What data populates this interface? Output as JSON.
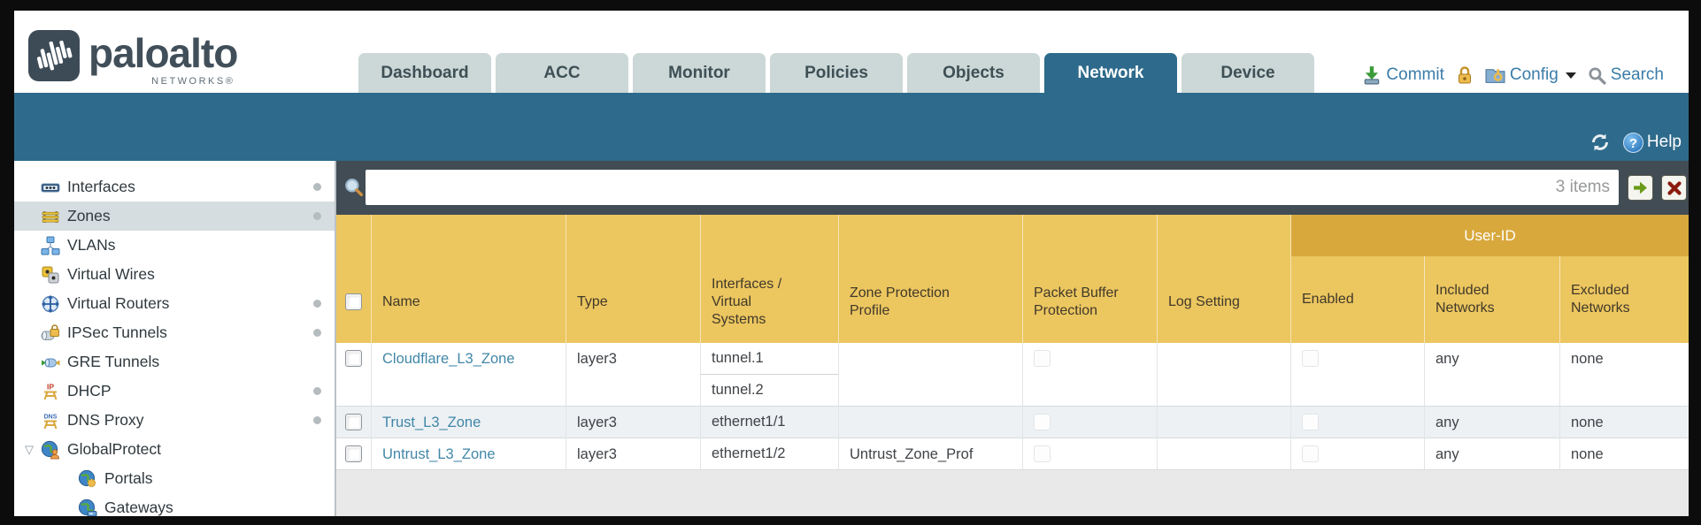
{
  "brand": {
    "name": "paloalto",
    "subtitle": "NETWORKS®"
  },
  "tabs": [
    {
      "label": "Dashboard",
      "selected": false
    },
    {
      "label": "ACC",
      "selected": false
    },
    {
      "label": "Monitor",
      "selected": false
    },
    {
      "label": "Policies",
      "selected": false
    },
    {
      "label": "Objects",
      "selected": false
    },
    {
      "label": "Network",
      "selected": true
    },
    {
      "label": "Device",
      "selected": false
    }
  ],
  "top_actions": {
    "commit_label": "Commit",
    "config_label": "Config",
    "search_label": "Search"
  },
  "band": {
    "help_label": "Help"
  },
  "sidebar": {
    "items": [
      {
        "label": "Interfaces",
        "icon": "interfaces",
        "dot": true,
        "selected": false,
        "indent": false,
        "expander": false
      },
      {
        "label": "Zones",
        "icon": "zones",
        "dot": true,
        "selected": true,
        "indent": false,
        "expander": false
      },
      {
        "label": "VLANs",
        "icon": "vlans",
        "dot": false,
        "selected": false,
        "indent": false,
        "expander": false
      },
      {
        "label": "Virtual Wires",
        "icon": "virtual-wires",
        "dot": false,
        "selected": false,
        "indent": false,
        "expander": false
      },
      {
        "label": "Virtual Routers",
        "icon": "virtual-routers",
        "dot": true,
        "selected": false,
        "indent": false,
        "expander": false
      },
      {
        "label": "IPSec Tunnels",
        "icon": "ipsec-tunnels",
        "dot": true,
        "selected": false,
        "indent": false,
        "expander": false
      },
      {
        "label": "GRE Tunnels",
        "icon": "gre-tunnels",
        "dot": false,
        "selected": false,
        "indent": false,
        "expander": false
      },
      {
        "label": "DHCP",
        "icon": "dhcp",
        "dot": true,
        "selected": false,
        "indent": false,
        "expander": false
      },
      {
        "label": "DNS Proxy",
        "icon": "dns-proxy",
        "dot": true,
        "selected": false,
        "indent": false,
        "expander": false
      },
      {
        "label": "GlobalProtect",
        "icon": "globalprotect",
        "dot": false,
        "selected": false,
        "indent": false,
        "expander": true
      },
      {
        "label": "Portals",
        "icon": "portals",
        "dot": false,
        "selected": false,
        "indent": true,
        "expander": false
      },
      {
        "label": "Gateways",
        "icon": "gateways",
        "dot": false,
        "selected": false,
        "indent": true,
        "expander": false
      }
    ]
  },
  "toolbar": {
    "filter_value": "",
    "items_count": "3 items"
  },
  "table": {
    "group_header": "User-ID",
    "columns": [
      "Name",
      "Type",
      "Interfaces / Virtual Systems",
      "Zone Protection Profile",
      "Packet Buffer Protection",
      "Log Setting",
      "Enabled",
      "Included Networks",
      "Excluded Networks"
    ],
    "rows": [
      {
        "name": "Cloudflare_L3_Zone",
        "type": "layer3",
        "interfaces": [
          "tunnel.1",
          "tunnel.2"
        ],
        "zone_protection_profile": "",
        "packet_buffer_protection_checked": false,
        "log_setting": "",
        "user_id_enabled_checked": false,
        "included_networks": "any",
        "excluded_networks": "none"
      },
      {
        "name": "Trust_L3_Zone",
        "type": "layer3",
        "interfaces": [
          "ethernet1/1"
        ],
        "zone_protection_profile": "",
        "packet_buffer_protection_checked": false,
        "log_setting": "",
        "user_id_enabled_checked": false,
        "included_networks": "any",
        "excluded_networks": "none"
      },
      {
        "name": "Untrust_L3_Zone",
        "type": "layer3",
        "interfaces": [
          "ethernet1/2"
        ],
        "zone_protection_profile": "Untrust_Zone_Prof",
        "packet_buffer_protection_checked": false,
        "log_setting": "",
        "user_id_enabled_checked": false,
        "included_networks": "any",
        "excluded_networks": "none"
      }
    ]
  },
  "colors": {
    "teal_band": "#2e6a8b",
    "tab_inactive": "#ccd7d7",
    "header_gold": "#ecc65f",
    "user_id_band_gold": "#d9a83c",
    "link_blue": "#4187a8",
    "toolbar_dark": "#414c54",
    "action_blue": "#3a7ca8"
  }
}
